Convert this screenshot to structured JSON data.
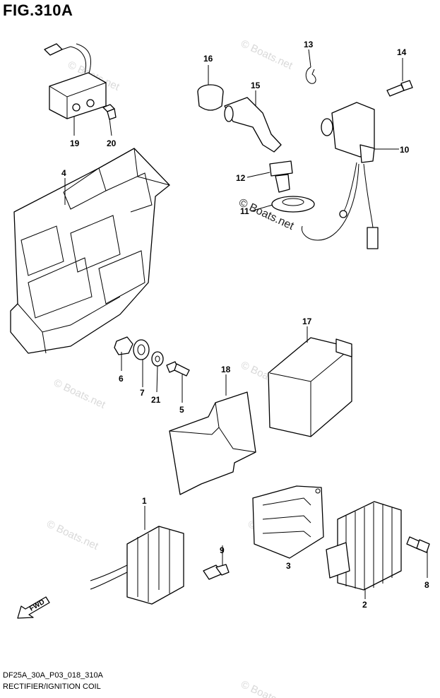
{
  "figure": {
    "title": "FIG.310A",
    "code": "DF25A_30A_P03_018_310A",
    "name": "RECTIFIER/IGNITION COIL"
  },
  "watermark": "© Boats.net",
  "fwd_label": "FWD",
  "callouts": {
    "c1": "1",
    "c2": "2",
    "c3": "3",
    "c4": "4",
    "c5": "5",
    "c6": "6",
    "c7": "7",
    "c8": "8",
    "c9": "9",
    "c10": "10",
    "c11": "11",
    "c12": "12",
    "c13": "13",
    "c14": "14",
    "c15": "15",
    "c16": "16",
    "c17": "17",
    "c18": "18",
    "c19": "19",
    "c20": "20",
    "c21": "21"
  }
}
